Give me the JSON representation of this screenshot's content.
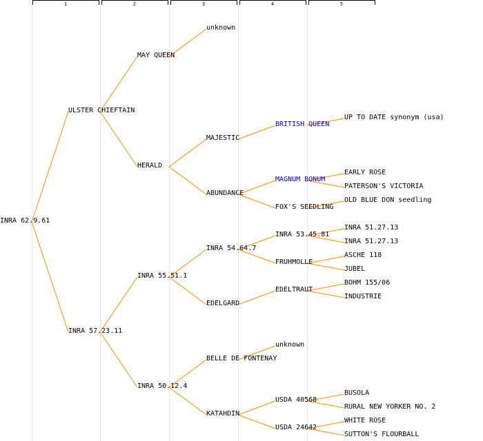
{
  "columns": [
    "1",
    "2",
    "3",
    "4",
    "5"
  ],
  "link_color": "#ff8c00",
  "highlight_color": "#0000c8",
  "nodes": {
    "root": {
      "label": "INRA 62.9.61"
    },
    "ulster": {
      "label": "ULSTER CHIEFTAIN"
    },
    "inra5723": {
      "label": "INRA 57.23.11"
    },
    "mayqueen": {
      "label": "MAY QUEEN"
    },
    "herald": {
      "label": "HERALD"
    },
    "inra5551": {
      "label": "INRA 55.51.1"
    },
    "inra5012": {
      "label": "INRA 50.12.4"
    },
    "unknown1": {
      "label": "unknown"
    },
    "majestic": {
      "label": "MAJESTIC"
    },
    "abundance": {
      "label": "ABUNDANCE"
    },
    "inra5464": {
      "label": "INRA 54.64.7"
    },
    "edelgard": {
      "label": "EDELGARD"
    },
    "belle": {
      "label": "BELLE DE FONTENAY"
    },
    "katahdin": {
      "label": "KATAHDIN"
    },
    "britishqueen": {
      "label": "BRITISH QUEEN",
      "highlight": true
    },
    "magnumbonum": {
      "label": "MAGNUM BONUM",
      "highlight": true
    },
    "foxs": {
      "label": "FOX'S SEEDLING"
    },
    "inra5345": {
      "label": "INRA 53.45.81"
    },
    "fruhmolle": {
      "label": "FRUHMOLLE"
    },
    "edeltraut": {
      "label": "EDELTRAUT"
    },
    "unknown2": {
      "label": "unknown"
    },
    "usda40568": {
      "label": "USDA 40568"
    },
    "usda24642": {
      "label": "USDA 24642"
    },
    "uptodate": {
      "label": "UP TO DATE synonym (usa)"
    },
    "earlyrose": {
      "label": "EARLY ROSE"
    },
    "paterson": {
      "label": "PATERSON'S VICTORIA"
    },
    "oldblue": {
      "label": "OLD BLUE DON seedling"
    },
    "inra5127a": {
      "label": "INRA 51.27.13"
    },
    "inra5127b": {
      "label": "INRA 51.27.13"
    },
    "asche": {
      "label": "ASCHE 118"
    },
    "jubel": {
      "label": "JUBEL"
    },
    "bohm": {
      "label": "BOHM 155/06"
    },
    "industrie": {
      "label": "INDUSTRIE"
    },
    "busola": {
      "label": "BUSOLA"
    },
    "rural": {
      "label": "RURAL NEW YORKER NO. 2"
    },
    "whiterose": {
      "label": "WHITE ROSE"
    },
    "suttons": {
      "label": "SUTTON'S FLOURBALL"
    }
  },
  "edges": [
    [
      "root",
      "ulster"
    ],
    [
      "root",
      "inra5723"
    ],
    [
      "ulster",
      "mayqueen"
    ],
    [
      "ulster",
      "herald"
    ],
    [
      "inra5723",
      "inra5551"
    ],
    [
      "inra5723",
      "inra5012"
    ],
    [
      "mayqueen",
      "unknown1"
    ],
    [
      "herald",
      "majestic"
    ],
    [
      "herald",
      "abundance"
    ],
    [
      "inra5551",
      "inra5464"
    ],
    [
      "inra5551",
      "edelgard"
    ],
    [
      "inra5012",
      "belle"
    ],
    [
      "inra5012",
      "katahdin"
    ],
    [
      "majestic",
      "britishqueen"
    ],
    [
      "abundance",
      "magnumbonum"
    ],
    [
      "abundance",
      "foxs"
    ],
    [
      "inra5464",
      "inra5345"
    ],
    [
      "inra5464",
      "fruhmolle"
    ],
    [
      "edelgard",
      "edeltraut"
    ],
    [
      "belle",
      "unknown2"
    ],
    [
      "katahdin",
      "usda40568"
    ],
    [
      "katahdin",
      "usda24642"
    ],
    [
      "britishqueen",
      "uptodate"
    ],
    [
      "magnumbonum",
      "earlyrose"
    ],
    [
      "magnumbonum",
      "paterson"
    ],
    [
      "foxs",
      "oldblue"
    ],
    [
      "inra5345",
      "inra5127a"
    ],
    [
      "inra5345",
      "inra5127b"
    ],
    [
      "fruhmolle",
      "asche"
    ],
    [
      "fruhmolle",
      "jubel"
    ],
    [
      "edeltraut",
      "bohm"
    ],
    [
      "edeltraut",
      "industrie"
    ],
    [
      "usda40568",
      "busola"
    ],
    [
      "usda40568",
      "rural"
    ],
    [
      "usda24642",
      "whiterose"
    ],
    [
      "usda24642",
      "suttons"
    ]
  ]
}
